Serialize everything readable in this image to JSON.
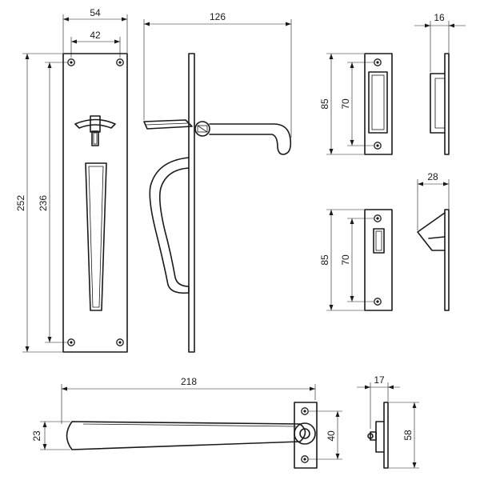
{
  "dimensions": {
    "plate_width": "54",
    "hole_spacing_h": "42",
    "plate_height": "252",
    "hole_spacing_v": "236",
    "lever_projection": "126",
    "keep1_height": "85",
    "keep1_hole_spacing": "70",
    "keep1_depth": "16",
    "keep2_height": "85",
    "keep2_hole_spacing": "70",
    "keep2_depth": "28",
    "lever_length": "218",
    "lever_width": "23",
    "rose_hole_spacing": "40",
    "rose_height": "58",
    "rose_depth": "17"
  }
}
